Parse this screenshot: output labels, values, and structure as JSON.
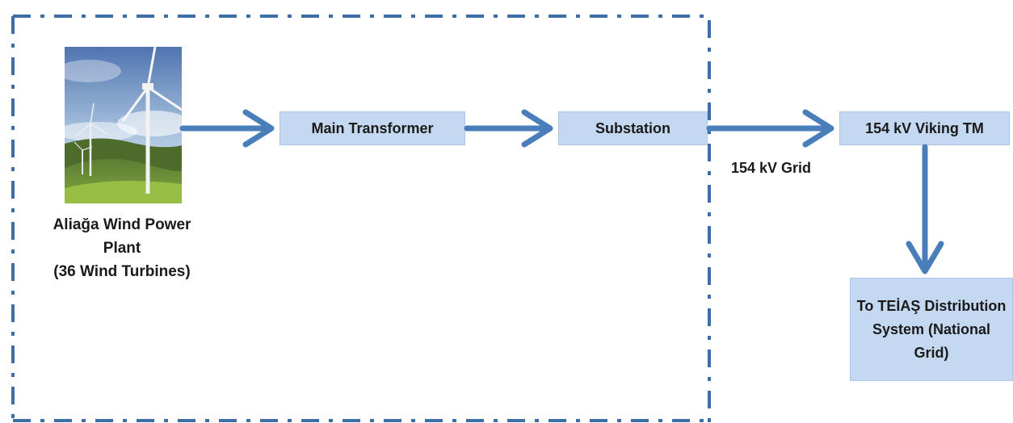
{
  "diagram": {
    "plant": {
      "name": "Aliağa Wind Power Plant",
      "detail": "(36 Wind Turbines)"
    },
    "nodes": {
      "main_transformer": "Main Transformer",
      "substation": "Substation",
      "viking_tm": "154 kV Viking TM",
      "teias": "To TEİAŞ Distribution System (National Grid)"
    },
    "edges": [
      {
        "from": "plant",
        "to": "main_transformer",
        "label": ""
      },
      {
        "from": "main_transformer",
        "to": "substation",
        "label": ""
      },
      {
        "from": "substation",
        "to": "viking_tm",
        "label": "154 kV Grid"
      },
      {
        "from": "viking_tm",
        "to": "teias",
        "label": ""
      }
    ],
    "colors": {
      "arrow": "#4a7ebb",
      "box_fill": "#c5d8f1",
      "boundary": "#3d6ea5"
    }
  }
}
